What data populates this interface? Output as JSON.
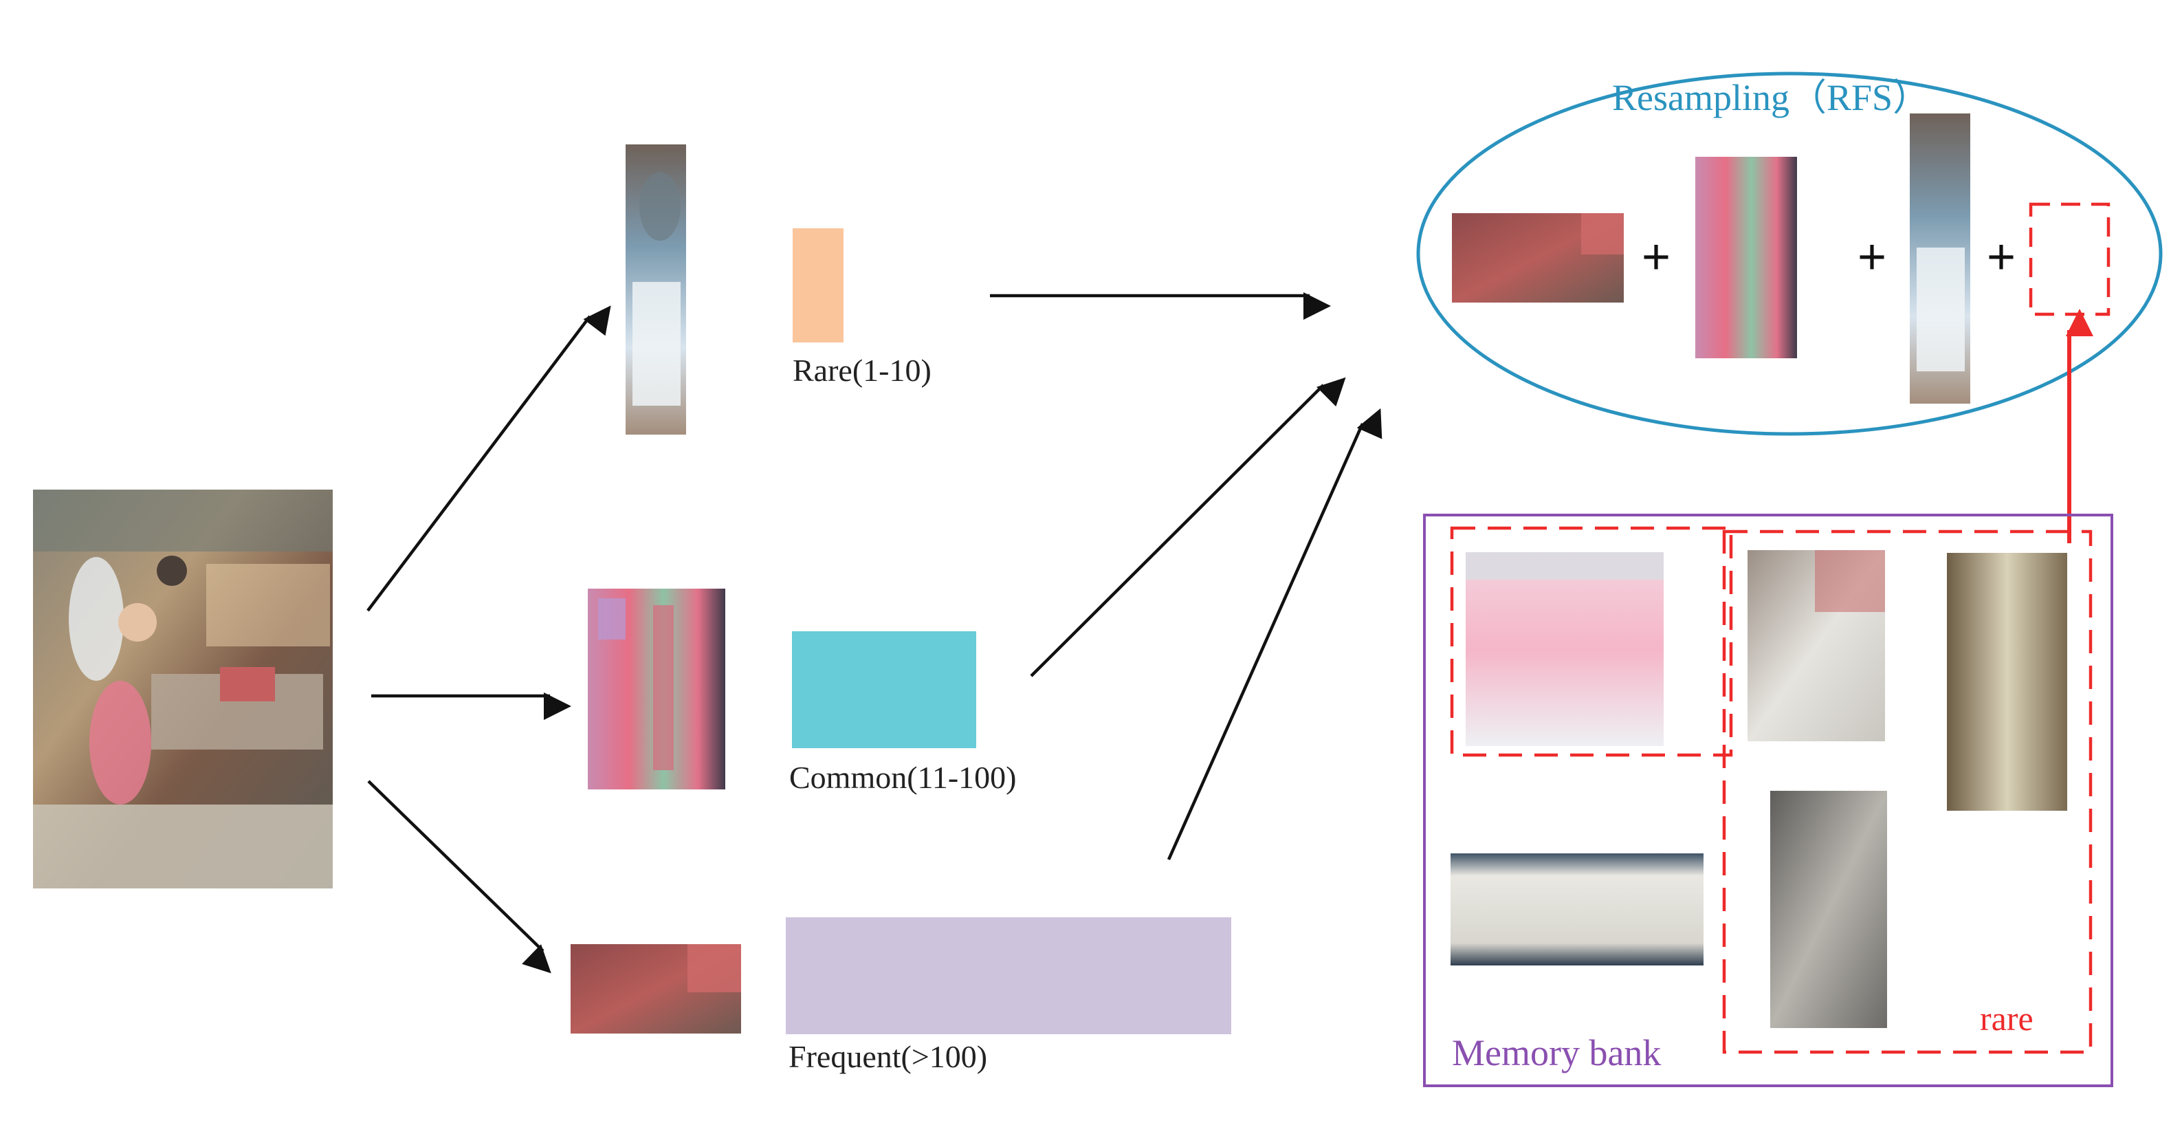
{
  "categories": {
    "rare": {
      "label": "Rare(1-10)",
      "color": "#fbc59c"
    },
    "common": {
      "label": "Common(11-100)",
      "color": "#68cbd8"
    },
    "frequent": {
      "label": "Frequent(>100)",
      "color": "#cec3dd"
    }
  },
  "resampling": {
    "title": "Resampling（RFS）",
    "color": "#2a93bf"
  },
  "memory_bank": {
    "label": "Memory bank",
    "color": "#8a4fb0"
  },
  "rare_group": {
    "label": "rare",
    "color": "#ee2b2b"
  },
  "plus_sign": "+",
  "images": [
    "source-scene-photo",
    "person-crop",
    "skirt-crop",
    "pillow-crop",
    "pink-dress-photo",
    "white-pillow-photo",
    "sheer-fabric-photo",
    "chiffon-fabric-photo",
    "grey-fabric-photo"
  ]
}
